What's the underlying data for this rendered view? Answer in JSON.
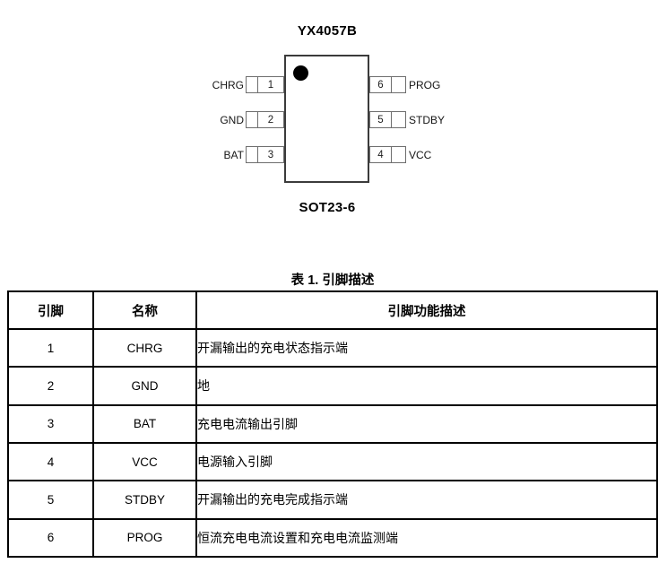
{
  "diagram": {
    "title": "YX4057B",
    "package": "SOT23-6",
    "left_pins": [
      {
        "num": "1",
        "label": "CHRG"
      },
      {
        "num": "2",
        "label": "GND"
      },
      {
        "num": "3",
        "label": "BAT"
      }
    ],
    "right_pins": [
      {
        "num": "6",
        "label": "PROG"
      },
      {
        "num": "5",
        "label": "STDBY"
      },
      {
        "num": "4",
        "label": "VCC"
      }
    ]
  },
  "table": {
    "caption": "表 1. 引脚描述",
    "headers": [
      "引脚",
      "名称",
      "引脚功能描述"
    ],
    "rows": [
      {
        "pin": "1",
        "name": "CHRG",
        "desc": "开漏输出的充电状态指示端"
      },
      {
        "pin": "2",
        "name": "GND",
        "desc": "地"
      },
      {
        "pin": "3",
        "name": "BAT",
        "desc": "充电电流输出引脚"
      },
      {
        "pin": "4",
        "name": "VCC",
        "desc": "电源输入引脚"
      },
      {
        "pin": "5",
        "name": "STDBY",
        "desc": "开漏输出的充电完成指示端"
      },
      {
        "pin": "6",
        "name": "PROG",
        "desc": "恒流充电电流设置和充电电流监测端"
      }
    ]
  },
  "colors": {
    "background": "#ffffff",
    "text": "#000000",
    "chip_border": "#3b3b3b",
    "pin_box_border": "#6e6e6e",
    "table_border": "#000000"
  }
}
